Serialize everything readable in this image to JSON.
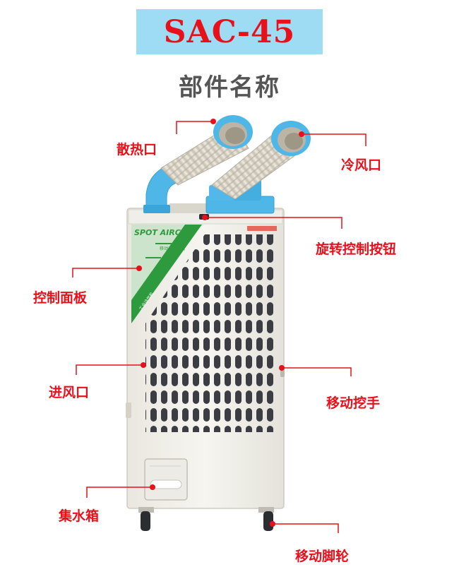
{
  "header": {
    "model": "SAC-45",
    "subtitle": "部件名称"
  },
  "product": {
    "panel_brand": "SPOT AIRCON",
    "panel_top_text": "移动式冷风机",
    "panel_side_text": "工业冷气机"
  },
  "callouts": {
    "heat_outlet": "散热口",
    "cold_outlet": "冷风口",
    "rotary_knob": "旋转控制按钮",
    "control_panel": "控制面板",
    "air_inlet": "进风口",
    "handle": "移动挖手",
    "water_tank": "集水箱",
    "caster": "移动脚轮"
  },
  "colors": {
    "accent_red": "#e8101a",
    "banner_blue": "#9ddcf2",
    "duct_blue": "#4fb7e8",
    "panel_green": "#2e9a3e"
  }
}
